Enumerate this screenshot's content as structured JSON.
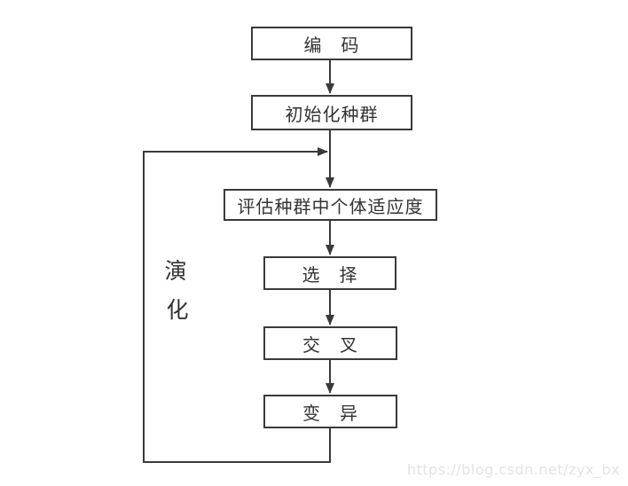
{
  "colors": {
    "line": "#3a3a3a",
    "text": "#333333",
    "box_background": "#ffffff",
    "watermark": "#e3e3e3",
    "background": "#ffffff"
  },
  "flowchart": {
    "nodes": [
      {
        "id": "encode",
        "label": "编　码"
      },
      {
        "id": "init-population",
        "label": "初始化种群"
      },
      {
        "id": "evaluate-fitness",
        "label": "评估种群中个体适应度"
      },
      {
        "id": "select",
        "label": "选　择"
      },
      {
        "id": "crossover",
        "label": "交　叉"
      },
      {
        "id": "mutate",
        "label": "变　异"
      }
    ],
    "edges": [
      {
        "from": "encode",
        "to": "init-population",
        "type": "arrow"
      },
      {
        "from": "init-population",
        "to": "evaluate-fitness",
        "type": "arrow"
      },
      {
        "from": "evaluate-fitness",
        "to": "select",
        "type": "arrow"
      },
      {
        "from": "select",
        "to": "crossover",
        "type": "arrow"
      },
      {
        "from": "crossover",
        "to": "mutate",
        "type": "arrow"
      },
      {
        "from": "mutate",
        "to": "evaluate-fitness",
        "type": "loop",
        "label": "演化"
      }
    ],
    "loop_label": {
      "char1": "演",
      "char2": "化"
    }
  },
  "watermark": {
    "text": "https://blog.csdn.net/zyx_bx"
  }
}
